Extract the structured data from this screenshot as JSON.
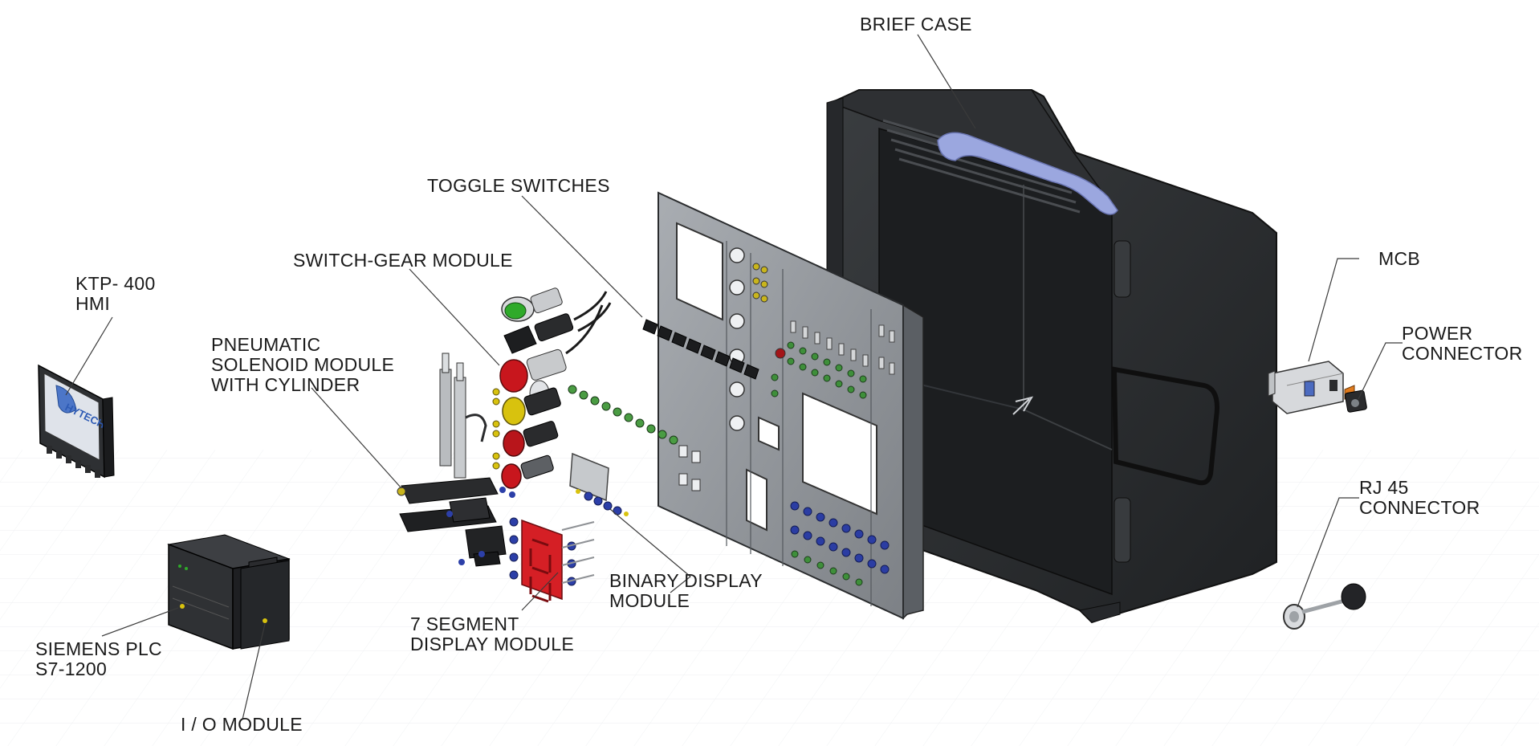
{
  "labels": {
    "brief_case": "BRIEF CASE",
    "toggle_switches": "TOGGLE SWITCHES",
    "switch_gear_module": "SWITCH-GEAR MODULE",
    "ktp400": [
      "KTP- 400",
      "HMI"
    ],
    "pneumatic": [
      "PNEUMATIC",
      "SOLENOID MODULE",
      "WITH CYLINDER"
    ],
    "mcb": "MCB",
    "power_connector": [
      "POWER",
      "CONNECTOR"
    ],
    "rj45": [
      "RJ 45",
      "CONNECTOR"
    ],
    "binary_display": [
      "BINARY DISPLAY",
      "MODULE"
    ],
    "seven_segment": [
      "7 SEGMENT",
      "DISPLAY MODULE"
    ],
    "siemens_plc": [
      "SIEMENS PLC",
      "S7-1200"
    ],
    "io_module": "I / O MODULE"
  },
  "hmi_screen_text": "HYTECH",
  "colors": {
    "case": "#2a2c2e",
    "case_edge": "#3c3f42",
    "handle": "#9aa6dd",
    "panel": "#8c9095",
    "panel_light": "#b4b8bc",
    "button_green": "#2faa2a",
    "button_red": "#c8161d",
    "button_yellow": "#d8c20e",
    "button_blue": "#2c3fa8",
    "seven_segment_red": "#d51f25",
    "plc_body": "#2f3134"
  }
}
